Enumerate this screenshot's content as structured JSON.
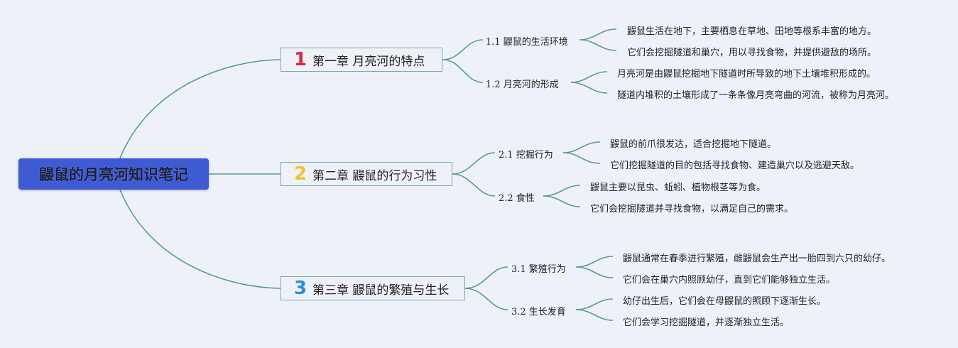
{
  "root": {
    "title": "鼹鼠的月亮河知识笔记"
  },
  "chapters": [
    {
      "number": "1",
      "color": "#e0263f",
      "title": "第一章 月亮河的特点",
      "sections": [
        {
          "title": "1.1 鼹鼠的生活环境",
          "points": [
            "鼹鼠生活在地下，主要栖息在草地、田地等根系丰富的地方。",
            "它们会挖掘隧道和巢穴，用以寻找食物，并提供避敌的场所。"
          ]
        },
        {
          "title": "1.2 月亮河的形成",
          "points": [
            "月亮河是由鼹鼠挖掘地下隧道时所导致的地下土壤堆积形成的。",
            "隧道内堆积的土壤形成了一条条像月亮弯曲的河流，被称为月亮河。"
          ]
        }
      ]
    },
    {
      "number": "2",
      "color": "#f2c230",
      "title": "第二章 鼹鼠的行为习性",
      "sections": [
        {
          "title": "2.1 挖掘行为",
          "points": [
            "鼹鼠的前爪很发达，适合挖掘地下隧道。",
            "它们挖掘隧道的目的包括寻找食物、建造巢穴以及逃避天敌。"
          ]
        },
        {
          "title": "2.2 食性",
          "points": [
            "鼹鼠主要以昆虫、蚯蚓、植物根茎等为食。",
            "它们会挖掘隧道并寻找食物，以满足自己的需求。"
          ]
        }
      ]
    },
    {
      "number": "3",
      "color": "#2b8fd8",
      "title": "第三章 鼹鼠的繁殖与生长",
      "sections": [
        {
          "title": "3.1 繁殖行为",
          "points": [
            "鼹鼠通常在春季进行繁殖，雌鼹鼠会生产出一胎四到六只的幼仔。",
            "它们会在巢穴内照顾幼仔，直到它们能够独立生活。"
          ]
        },
        {
          "title": "3.2 生长发育",
          "points": [
            "幼仔出生后，它们会在母鼹鼠的照顾下逐渐生长。",
            "它们会学习挖掘隧道，并逐渐独立生活。"
          ]
        }
      ]
    }
  ],
  "colors": {
    "background": "#eef1f9",
    "root": "#3f5bd4",
    "connector": "#5a9a98"
  }
}
